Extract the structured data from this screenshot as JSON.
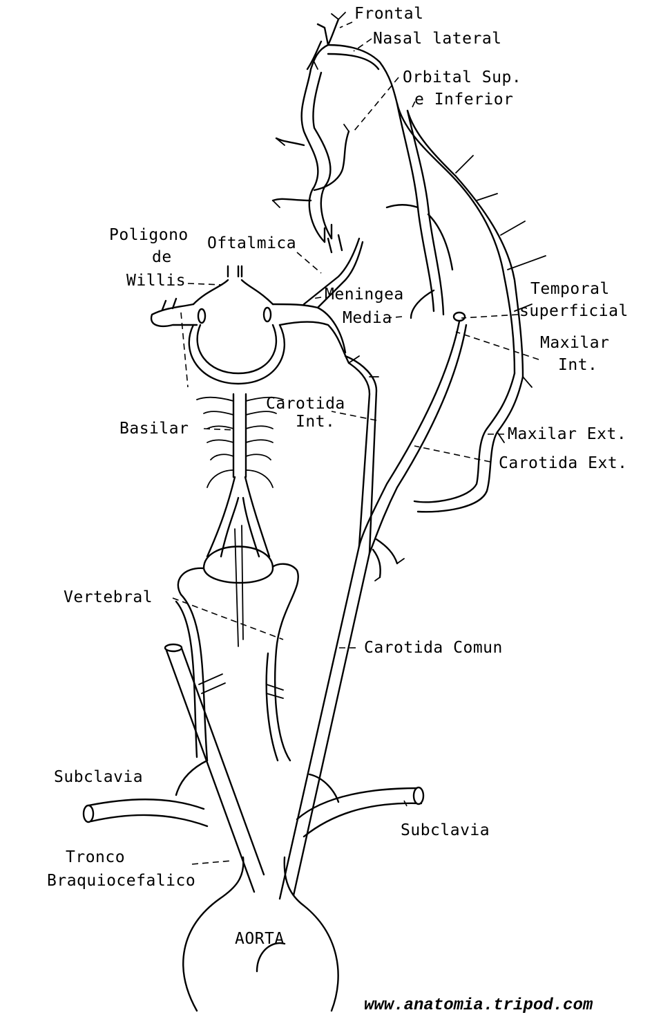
{
  "labels": {
    "frontal": "Frontal",
    "nasal_lateral": "Nasal lateral",
    "orbital_1": "Orbital Sup.",
    "orbital_2": "e Inferior",
    "poligono_1": "Poligono",
    "poligono_2": "de",
    "poligono_3": "Willis",
    "oftalmica": "Oftalmica",
    "meningea_1": "Meningea",
    "meningea_2": "Media",
    "temporal_1": "Temporal",
    "temporal_2": "superficial",
    "maxilar_int_1": "Maxilar",
    "maxilar_int_2": "Int.",
    "carotida_int_1": "Carotida",
    "carotida_int_2": "Int.",
    "basilar": "Basilar",
    "maxilar_ext": "Maxilar Ext.",
    "carotida_ext": "Carotida Ext.",
    "vertebral": "Vertebral",
    "carotida_comun": "Carotida Comun",
    "subclavia_left": "Subclavia",
    "subclavia_right": "Subclavia",
    "tronco_1": "Tronco",
    "tronco_2": "Braquiocefalico",
    "aorta": "AORTA"
  },
  "credit": "www.anatomia.tripod.com"
}
